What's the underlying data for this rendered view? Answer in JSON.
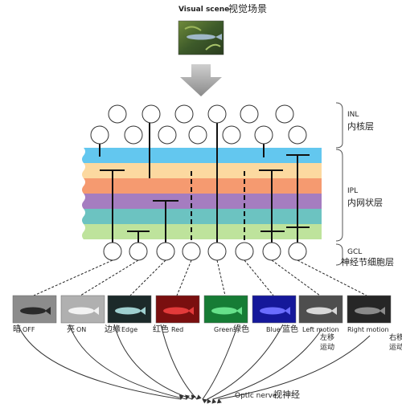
{
  "title": {
    "en": "Visual scene",
    "zh": "视觉场景"
  },
  "layers": {
    "inl": {
      "abbr": "INL",
      "zh": "内核层"
    },
    "ipl": {
      "abbr": "IPL",
      "zh": "内网状层"
    },
    "gcl": {
      "abbr": "GCL",
      "zh": "神经节细胞层"
    }
  },
  "band_colors": [
    "#63c7ef",
    "#fcd9a0",
    "#f59a70",
    "#a57dc0",
    "#6cc3c1",
    "#bee39c"
  ],
  "channels": [
    {
      "zh": "暗",
      "en": "OFF",
      "tint": "#8c8c8c"
    },
    {
      "zh": "亮",
      "en": "ON",
      "tint": "#b0b0b0"
    },
    {
      "zh": "边缘",
      "en": "Edge",
      "tint": "#1c2a2a"
    },
    {
      "zh": "红色",
      "en": "Red",
      "tint": "#7a0f0f"
    },
    {
      "zh": "绿色",
      "en": "Green",
      "tint": "#167c35"
    },
    {
      "zh": "蓝色",
      "en": "Blue",
      "tint": "#15189a"
    },
    {
      "zh": "左移运动",
      "en": "Left motion",
      "tint": "#4e4e4e"
    },
    {
      "zh": "右移运动",
      "en": "Right motion",
      "tint": "#262626"
    }
  ],
  "optic_nerve": {
    "en": "Optic nerve",
    "zh": "视神经"
  }
}
